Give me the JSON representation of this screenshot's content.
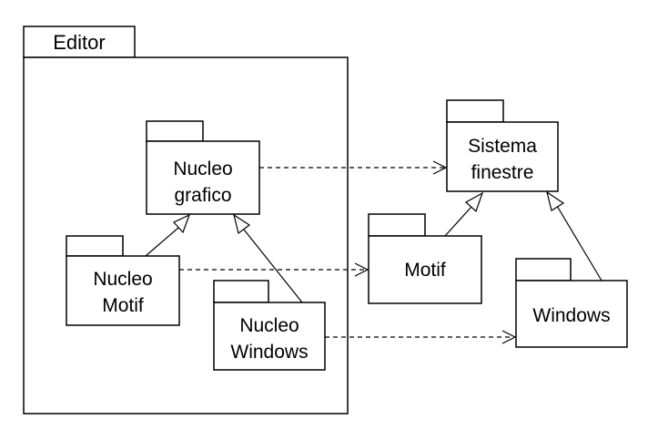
{
  "editor": {
    "title": "Editor"
  },
  "packages": {
    "nucleo_grafico": [
      "Nucleo",
      "grafico"
    ],
    "nucleo_motif": [
      "Nucleo",
      "Motif"
    ],
    "nucleo_windows": [
      "Nucleo",
      "Windows"
    ],
    "sistema_finestre": [
      "Sistema",
      "finestre"
    ],
    "motif": [
      "Motif"
    ],
    "windows": [
      "Windows"
    ]
  },
  "relations": [
    {
      "type": "dependency",
      "from": "nucleo_grafico",
      "to": "sistema_finestre"
    },
    {
      "type": "dependency",
      "from": "nucleo_motif",
      "to": "motif"
    },
    {
      "type": "dependency",
      "from": "nucleo_windows",
      "to": "windows"
    },
    {
      "type": "generalization",
      "from": "nucleo_motif",
      "to": "nucleo_grafico"
    },
    {
      "type": "generalization",
      "from": "nucleo_windows",
      "to": "nucleo_grafico"
    },
    {
      "type": "generalization",
      "from": "motif",
      "to": "sistema_finestre"
    },
    {
      "type": "generalization",
      "from": "windows",
      "to": "sistema_finestre"
    }
  ]
}
